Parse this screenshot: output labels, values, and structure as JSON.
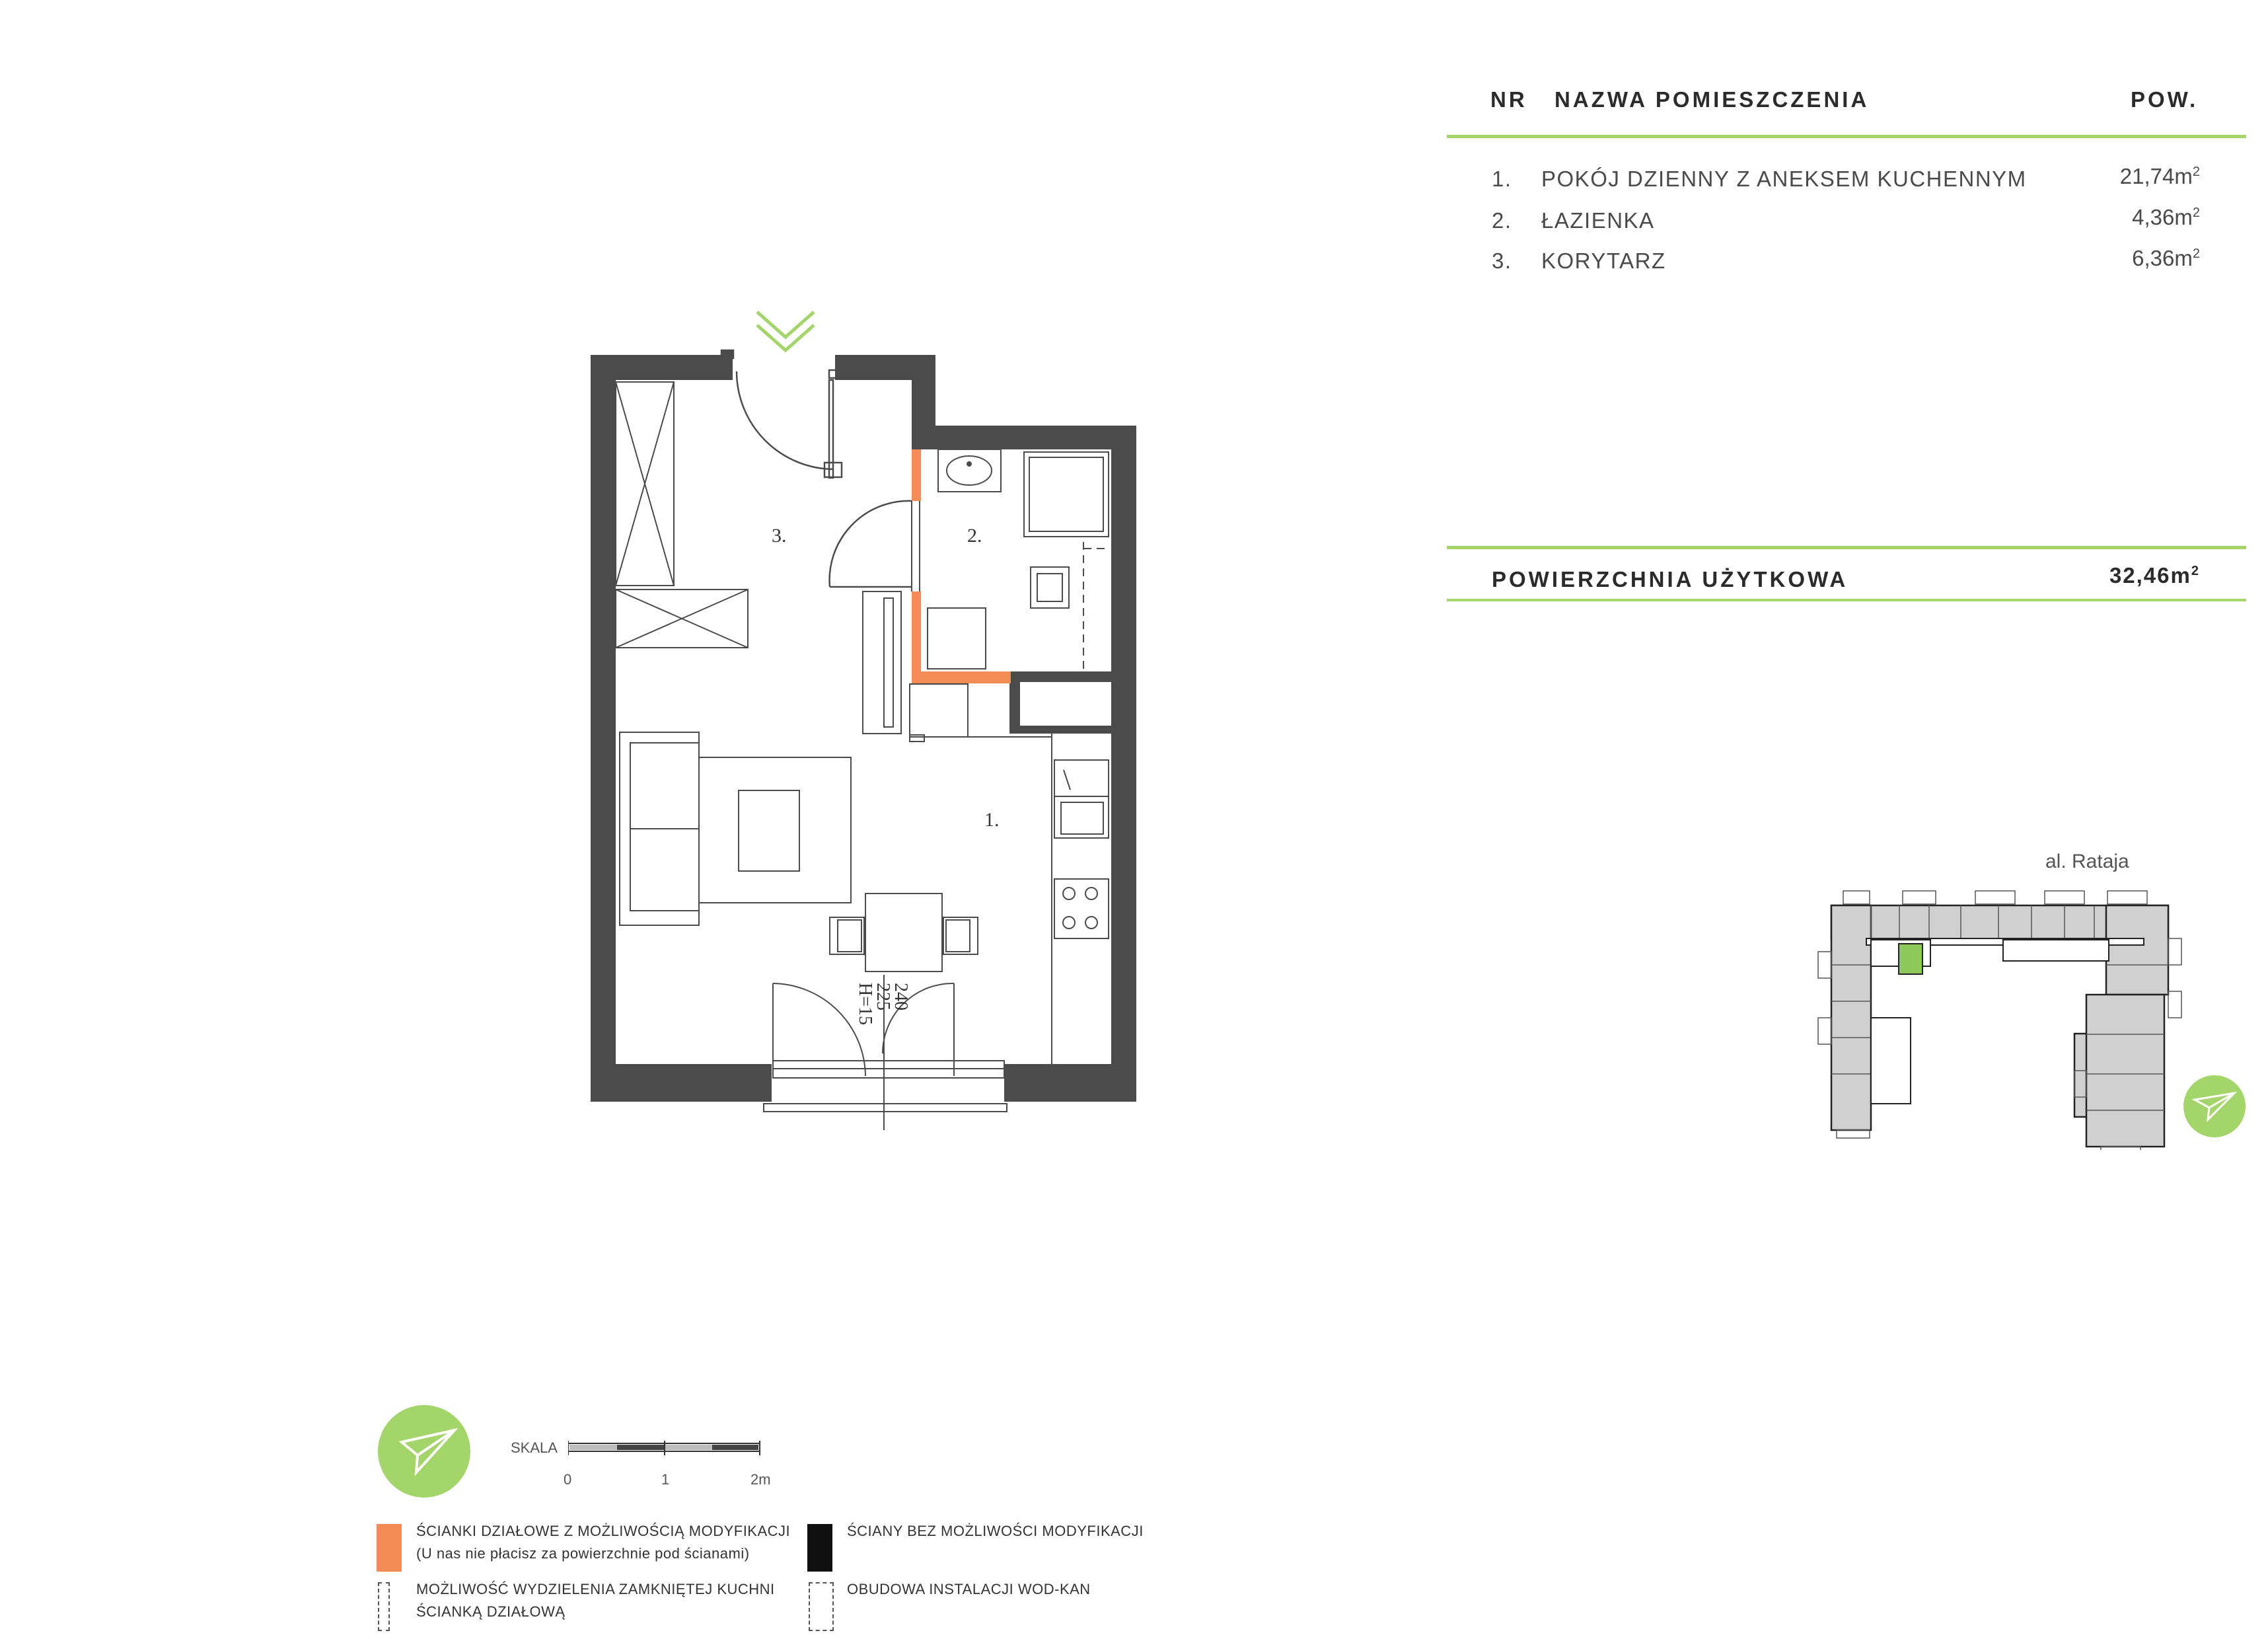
{
  "table": {
    "col_nr": "NR",
    "col_name": "NAZWA POMIESZCZENIA",
    "col_area": "POW.",
    "rooms": [
      {
        "nr": "1.",
        "name": "POKÓJ DZIENNY Z ANEKSEM KUCHENNYM",
        "area": "21,74m",
        "unit_sup": "2"
      },
      {
        "nr": "2.",
        "name": "ŁAZIENKA",
        "area": "4,36m",
        "unit_sup": "2"
      },
      {
        "nr": "3.",
        "name": "KORYTARZ",
        "area": "6,36m",
        "unit_sup": "2"
      }
    ]
  },
  "total": {
    "label": "POWIERZCHNIA UŻYTKOWA",
    "value": "32,46m",
    "unit_sup": "2"
  },
  "plan": {
    "room_labels": [
      "1.",
      "2.",
      "3."
    ],
    "window_dims": [
      "240",
      "225",
      "H=15"
    ]
  },
  "street": "al. Rataja",
  "scale": {
    "label": "SKALA",
    "ticks": [
      "0",
      "1",
      "2m"
    ]
  },
  "legend": {
    "modifiable_walls": "ŚCIANKI DZIAŁOWE Z MOŻLIWOŚCIĄ MODYFIKACJI",
    "modifiable_walls_note": "(U nas nie płacisz za powierzchnie pod ścianami)",
    "fixed_walls": "ŚCIANY BEZ MOŻLIWOŚCI MODYFIKACJI",
    "kitchen_option_line1": "MOŻLIWOŚĆ WYDZIELENIA ZAMKNIĘTEJ KUCHNI",
    "kitchen_option_line2": "ŚCIANKĄ DZIAŁOWĄ",
    "installation": "OBUDOWA INSTALACJI WOD-KAN"
  },
  "colors": {
    "accent_green": "#a4d56a",
    "wall_dark": "#4b4b4b",
    "wall_modifiable": "#f58b54",
    "highlight_green": "#8cc85a",
    "block_grey": "#cfcfcf"
  },
  "icons": [
    "entrance-chevron-icon",
    "north-arrow-icon",
    "compass-arrow-icon"
  ]
}
